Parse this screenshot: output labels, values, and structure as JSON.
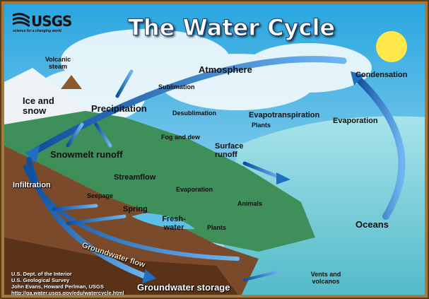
{
  "logo": {
    "name": "USGS",
    "tagline": "science for a changing world"
  },
  "title": "The Water Cycle",
  "labels": {
    "volcanic_steam": "Volcanic steam",
    "atmosphere": "Atmosphere",
    "condensation": "Condensation",
    "sublimation": "Sublimation",
    "desublimation": "Desublimation",
    "ice_and_snow": "Ice and snow",
    "precipitation": "Precipitation",
    "evapotranspiration": "Evapotranspiration",
    "evaporation_ocean": "Evaporation",
    "plants_upper": "Plants",
    "fog_and_dew": "Fog and dew",
    "surface_runoff": "Surface runoff",
    "snowmelt_runoff": "Snowmelt runoff",
    "streamflow": "Streamflow",
    "infiltration": "Infiltration",
    "evaporation_land": "Evaporation",
    "animals": "Animals",
    "seepage": "Seepage",
    "spring": "Spring",
    "freshwater": "Fresh-water",
    "plants_lower": "Plants",
    "oceans": "Oceans",
    "groundwater_flow": "Groundwater flow",
    "groundwater_storage": "Groundwater storage",
    "vents_and_volcanos": "Vents and volcanos"
  },
  "credits": [
    "U.S. Dept. of the Interior",
    "U.S. Geological Survey",
    "John Evans, Howard Perlman, USGS",
    "http://ga.water.usgs.gov/edu/watercycle.html"
  ],
  "colors": {
    "sky": "#4fb3e0",
    "ocean": "#7fd0dc",
    "land": "#7a4a2a",
    "arrow": "#1e6fc0",
    "frame": "#a4793e"
  }
}
